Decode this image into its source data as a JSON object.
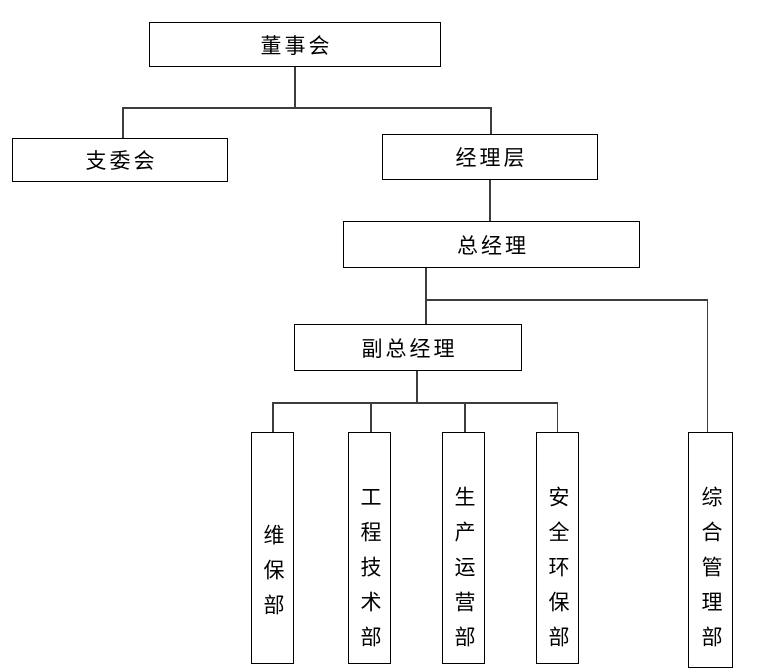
{
  "diagram": {
    "type": "org-chart",
    "background_color": "#ffffff",
    "box_border_color": "#000000",
    "connector_color": "#3d3d3d",
    "text_color": "#000000",
    "nodes": {
      "board": {
        "label": "董事会",
        "orientation": "horizontal"
      },
      "branch_committee": {
        "label": "支委会",
        "orientation": "horizontal"
      },
      "management_layer": {
        "label": "经理层",
        "orientation": "horizontal"
      },
      "general_manager": {
        "label": "总经理",
        "orientation": "horizontal"
      },
      "deputy_general_manager": {
        "label": "副总经理",
        "orientation": "horizontal"
      },
      "maintenance_dept": {
        "label": "维保部",
        "orientation": "vertical"
      },
      "engineering_tech_dept": {
        "label": "工程技术部",
        "orientation": "vertical"
      },
      "production_operations_dept": {
        "label": "生产运营部",
        "orientation": "vertical"
      },
      "safety_environment_dept": {
        "label": "安全环保部",
        "orientation": "vertical"
      },
      "general_admin_dept": {
        "label": "综合管理部",
        "orientation": "vertical"
      }
    },
    "edges": [
      {
        "from": "board",
        "to": "branch_committee"
      },
      {
        "from": "board",
        "to": "management_layer"
      },
      {
        "from": "management_layer",
        "to": "general_manager"
      },
      {
        "from": "general_manager",
        "to": "deputy_general_manager"
      },
      {
        "from": "general_manager",
        "to": "general_admin_dept"
      },
      {
        "from": "deputy_general_manager",
        "to": "maintenance_dept"
      },
      {
        "from": "deputy_general_manager",
        "to": "engineering_tech_dept"
      },
      {
        "from": "deputy_general_manager",
        "to": "production_operations_dept"
      },
      {
        "from": "deputy_general_manager",
        "to": "safety_environment_dept"
      }
    ]
  }
}
